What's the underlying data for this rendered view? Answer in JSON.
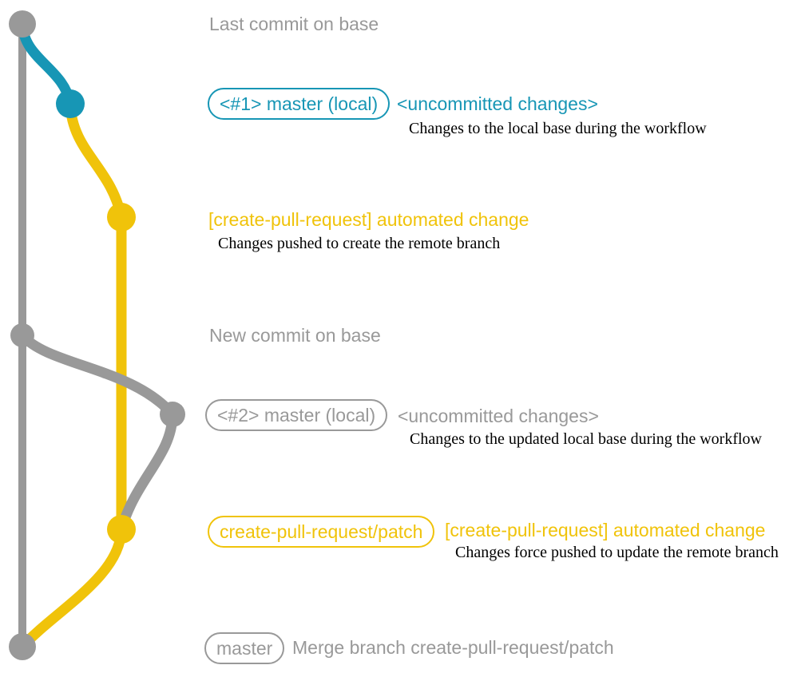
{
  "diagram_type": "git-branch-workflow",
  "colors": {
    "background": "#ffffff",
    "base_gray": "#999999",
    "teal": "#1796b5",
    "yellow": "#f0c30a",
    "annotation_text": "#000000"
  },
  "graph": {
    "branches": [
      {
        "name": "base",
        "color": "#999999"
      },
      {
        "name": "master (local) #1",
        "color": "#1796b5"
      },
      {
        "name": "create-pull-request/patch",
        "color": "#f0c30a"
      },
      {
        "name": "master (local) #2",
        "color": "#999999"
      }
    ],
    "commits": [
      {
        "name": "last-commit-on-base",
        "branch": "base",
        "color": "#999999"
      },
      {
        "name": "uncommitted-changes-1",
        "branch": "master (local) #1",
        "color": "#1796b5"
      },
      {
        "name": "automated-change-push",
        "branch": "create-pull-request/patch",
        "color": "#f0c30a"
      },
      {
        "name": "new-commit-on-base",
        "branch": "base",
        "color": "#999999"
      },
      {
        "name": "uncommitted-changes-2",
        "branch": "master (local) #2",
        "color": "#999999"
      },
      {
        "name": "automated-change-force-push",
        "branch": "create-pull-request/patch",
        "color": "#f0c30a"
      },
      {
        "name": "merge-commit",
        "branch": "base",
        "color": "#999999"
      }
    ]
  },
  "rows": [
    {
      "label": "Last commit on base"
    },
    {
      "badge": "<#1> master (local)",
      "title": "<uncommitted changes>",
      "description": "Changes to the local base during the workflow"
    },
    {
      "title": "[create-pull-request] automated change",
      "description": "Changes pushed to create the remote branch"
    },
    {
      "label": "New commit on base"
    },
    {
      "badge": "<#2> master (local)",
      "title": "<uncommitted changes>",
      "description": "Changes to the updated local base during the workflow"
    },
    {
      "badge": "create-pull-request/patch",
      "title": "[create-pull-request] automated change",
      "description": "Changes force pushed to update the remote branch"
    },
    {
      "badge": "master",
      "label": "Merge branch create-pull-request/patch"
    }
  ]
}
